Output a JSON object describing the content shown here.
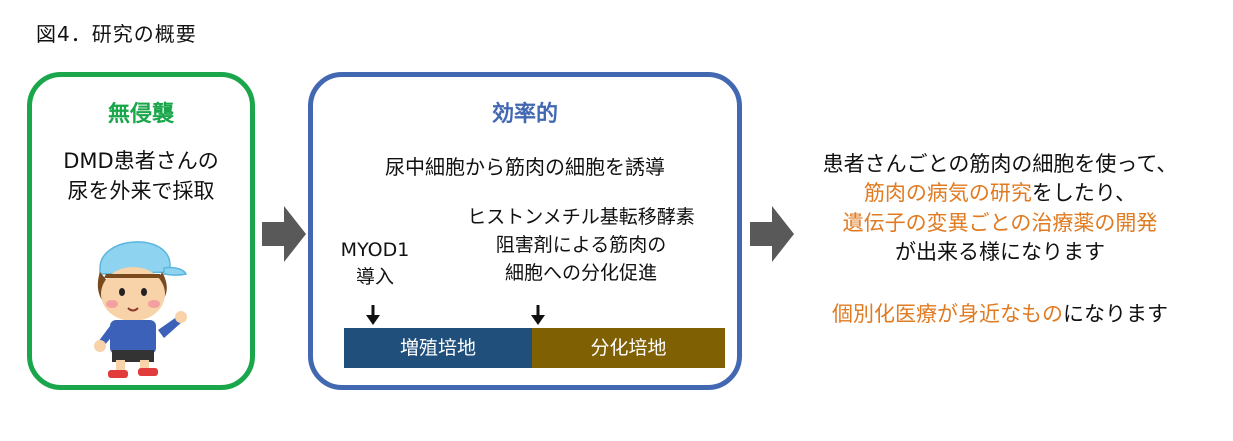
{
  "figure": {
    "title": "図4．研究の概要"
  },
  "left_box": {
    "title": "無侵襲",
    "line1": "DMD患者さんの",
    "line2": "尿を外来で採取"
  },
  "middle_box": {
    "title": "効率的",
    "subtitle": "尿中細胞から筋肉の細胞を誘導",
    "myod_line1": "MYOD1",
    "myod_line2": "導入",
    "hist_line1": "ヒストンメチル基転移酵素",
    "hist_line2": "阻害剤による筋肉の",
    "hist_line3": "細胞への分化促進",
    "bar_left": "増殖培地",
    "bar_right": "分化培地"
  },
  "right_text": {
    "line1": "患者さんごとの筋肉の細胞を使って、",
    "line2_orange": "筋肉の病気の研究",
    "line2_black": "をしたり、",
    "line3_orange": "遺伝子の変異ごとの治療薬の開発",
    "line4": "が出来る様になります",
    "line5_orange": "個別化医療が身近なもの",
    "line5_black": "になります"
  },
  "colors": {
    "green": "#1aa64b",
    "blue": "#4268b2",
    "orange": "#e07b22",
    "bar_blue": "#1f4f7a",
    "bar_brown": "#7f6003",
    "arrow_gray": "#595959"
  },
  "icons": [
    "child-illustration",
    "right-arrow",
    "down-arrow"
  ]
}
